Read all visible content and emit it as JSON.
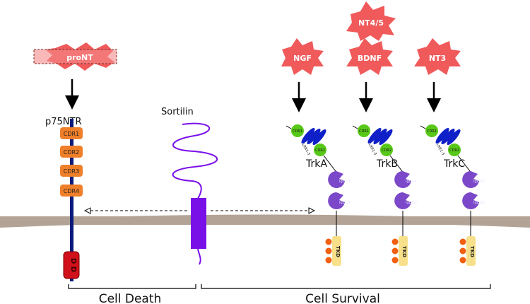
{
  "ligands": {
    "proNT": "proNT",
    "ngf": "NGF",
    "nt45": "NT4/5",
    "bdnf": "BDNF",
    "nt3": "NT3"
  },
  "receptors": {
    "p75": "p75NTR",
    "sortilin": "Sortilin",
    "trka": "TrkA",
    "trkb": "TrkB",
    "trkc": "TrkC"
  },
  "p75_domains": [
    "CDR1",
    "CDR2",
    "CDR3",
    "CDR4"
  ],
  "death_domain": "D D",
  "trk_domains": {
    "cdr1": "CDR1",
    "lrr": "LRR1-3",
    "cdr2": "CDR2",
    "igl_d1": "IgL D1",
    "igl_d2": "IgL D2",
    "tkd": "TKD",
    "phos": "P"
  },
  "outcomes": {
    "death": "Cell Death",
    "survival": "Cell Survival"
  },
  "colors": {
    "ligand": "#f05a5a",
    "cdr_p75": "#f07f2a",
    "p75_stem": "#0a1a7a",
    "death_domain": "#d0101a",
    "sortilin": "#7a10e8",
    "trk_cdr": "#58c818",
    "trk_lrr": "#1020c8",
    "trk_igl": "#7a48c8",
    "tkd": "#f8e08a",
    "phos": "#f06010",
    "membrane": "#b3a396"
  }
}
